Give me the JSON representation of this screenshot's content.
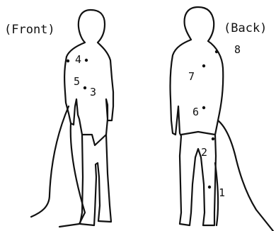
{
  "views": {
    "front_label": "(Front)",
    "back_label": "(Back)"
  },
  "markers": {
    "front": [
      "4",
      "5",
      "3"
    ],
    "back": [
      "8",
      "7",
      "6",
      "2",
      "1"
    ]
  },
  "colors": {
    "ink": "#111111",
    "background": "#ffffff"
  }
}
